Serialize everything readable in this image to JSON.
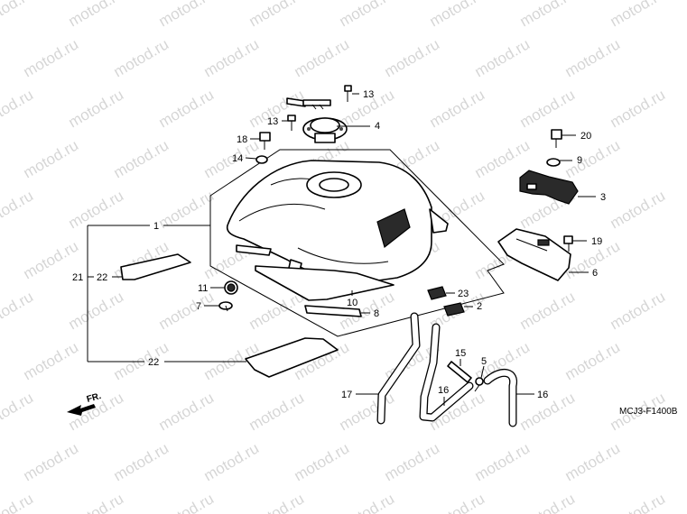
{
  "watermark": "motod.ru",
  "diagram_code": "MCJ3-F1400B",
  "direction_marker": "FR.",
  "part_labels": {
    "p1": "1",
    "p2": "2",
    "p3": "3",
    "p4": "4",
    "p5": "5",
    "p6": "6",
    "p7": "7",
    "p8": "8",
    "p9": "9",
    "p10": "10",
    "p11": "11",
    "p13a": "13",
    "p13b": "13",
    "p14": "14",
    "p15": "15",
    "p16a": "16",
    "p16b": "16",
    "p17": "17",
    "p18": "18",
    "p19": "19",
    "p20": "20",
    "p21": "21",
    "p22a": "22",
    "p22b": "22",
    "p23": "23"
  }
}
